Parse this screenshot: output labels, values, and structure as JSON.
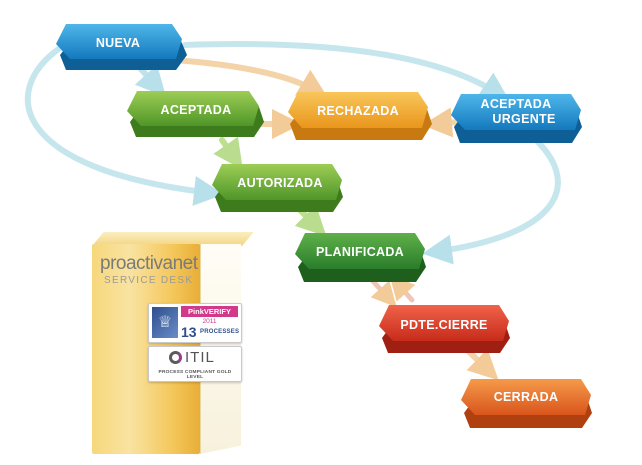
{
  "workflow": {
    "states": {
      "nueva": "NUEVA",
      "aceptada": "ACEPTADA",
      "rechazada": "RECHAZADA",
      "aceptada_urgente_line1": "ACEPTADA",
      "aceptada_urgente_line2": "URGENTE",
      "autorizada": "AUTORIZADA",
      "planificada": "PLANIFICADA",
      "pdte_cierre": "PDTE.CIERRE",
      "cerrada": "CERRADA"
    }
  },
  "product": {
    "brand": "proactivanet",
    "subbrand": "SERVICE DESK",
    "pinkverify": {
      "title": "PinkVERIFY",
      "year": "2011",
      "number": "13",
      "label": "PROCESSES"
    },
    "itil": {
      "name": "ITIL",
      "subtitle": "PROCESS COMPLIANT GOLD LEVEL"
    }
  },
  "colors": {
    "blue": "#1d8fd1",
    "green": "#64a83a",
    "orange": "#f0a52a",
    "red": "#e2432e",
    "red_orange": "#ea6a2c",
    "arrow_blue": "#b8e0ea",
    "arrow_orange": "#f3ceA0"
  }
}
